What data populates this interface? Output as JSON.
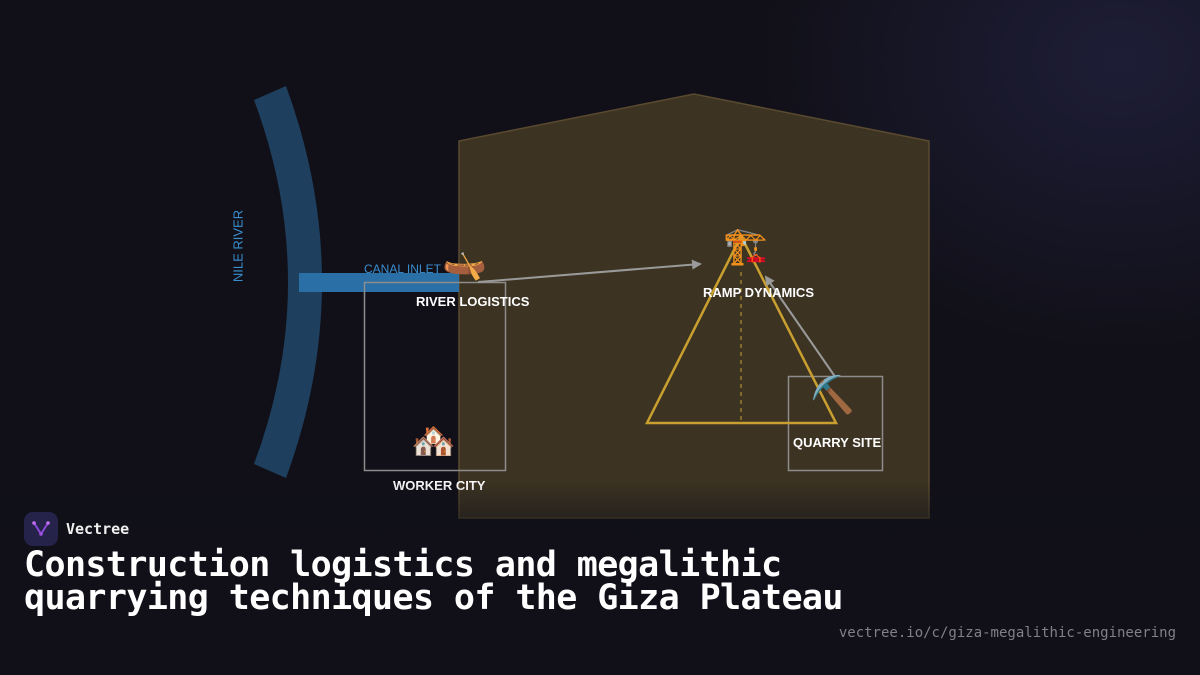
{
  "diagram": {
    "labels": {
      "nile_river": "NILE RIVER",
      "canal_inlet": "CANAL INLET",
      "river_logistics": "RIVER LOGISTICS",
      "ramp_dynamics": "RAMP DYNAMICS",
      "quarry_site": "QUARRY SITE",
      "worker_city": "WORKER CITY"
    },
    "icons": {
      "river_logistics": "canoe-icon",
      "ramp_dynamics": "construction-crane-icon",
      "quarry_site": "pickaxe-icon",
      "worker_city": "houses-icon"
    },
    "emoji": {
      "river_logistics": "🛶",
      "ramp_dynamics": "🏗️",
      "quarry_site": "⛏️",
      "worker_city": "🏘️"
    },
    "colors": {
      "river": "#1e3f5e",
      "canal": "#2a6fa5",
      "plateau_fill": "#3c3322",
      "pyramid_outline": "#c9a030",
      "arrow": "#9a9a9a",
      "box_outline": "#8c8c8c"
    }
  },
  "brand": {
    "name": "Vectree"
  },
  "footer": {
    "title": "Construction logistics and megalithic quarrying techniques of the Giza Plateau",
    "url": "vectree.io/c/giza-megalithic-engineering"
  }
}
